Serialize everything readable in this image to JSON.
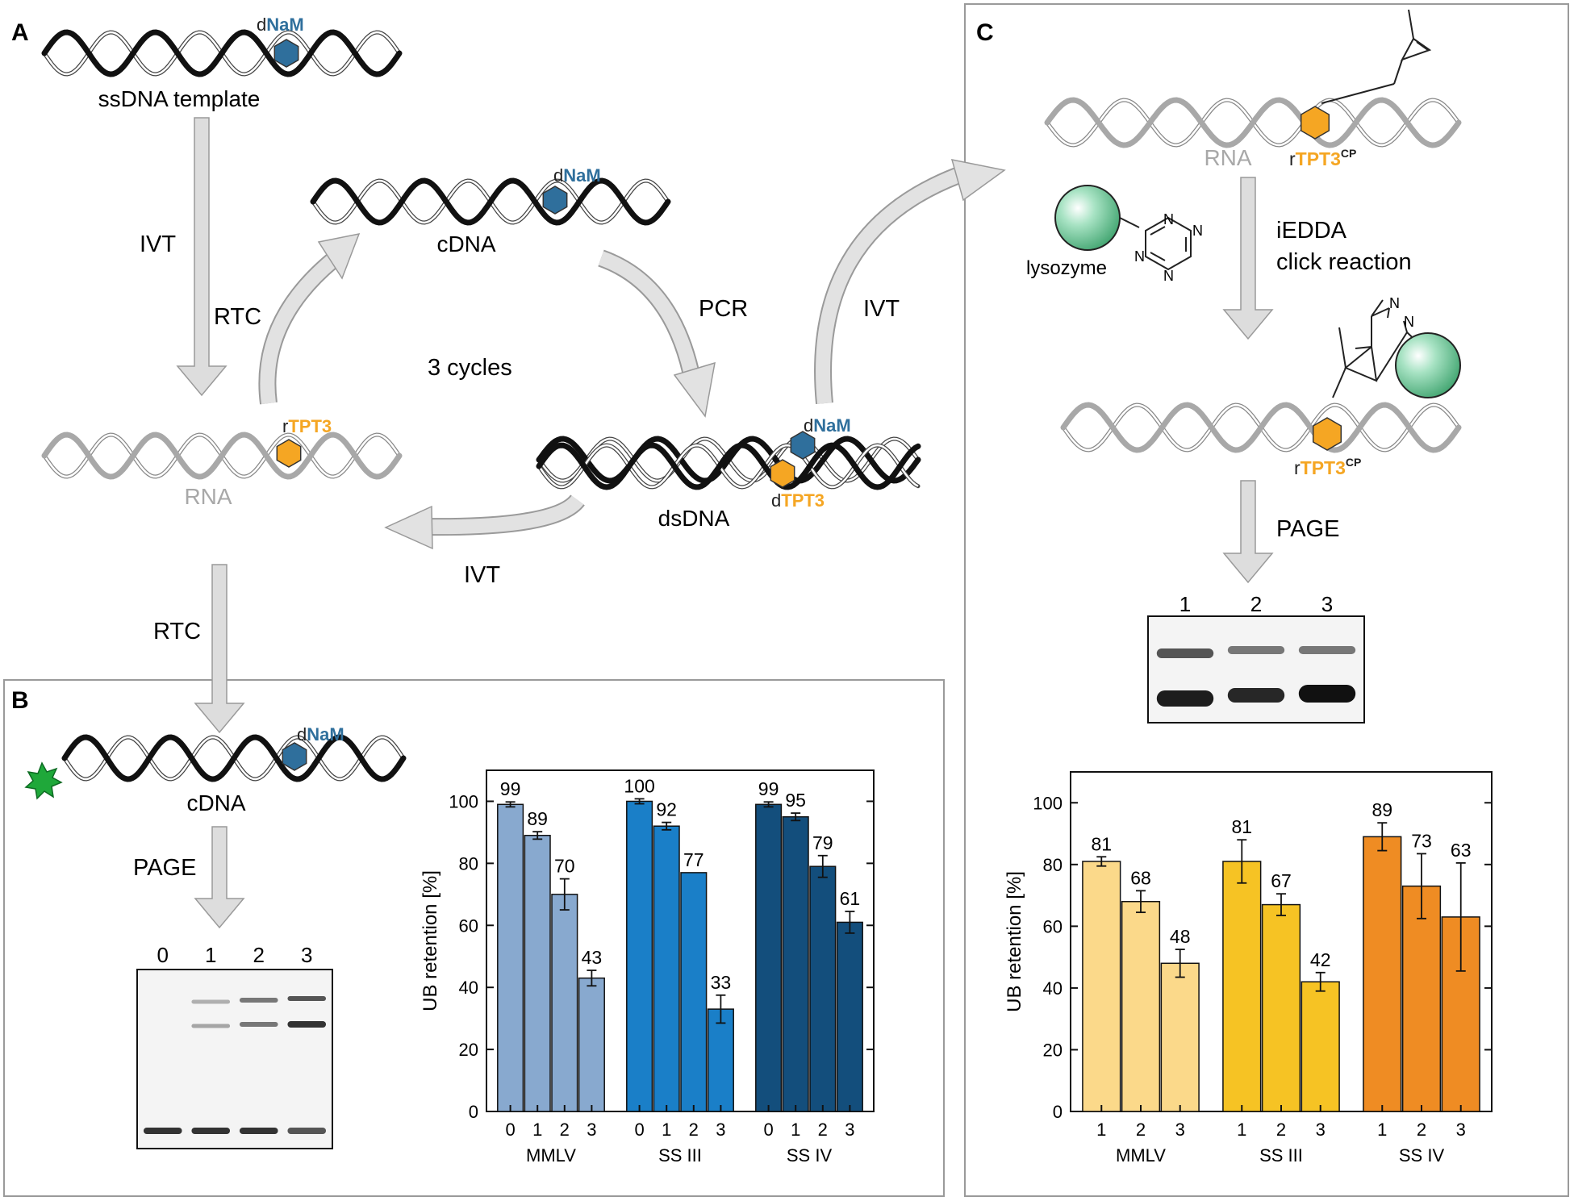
{
  "panels": {
    "a": "A",
    "b": "B",
    "c": "C"
  },
  "panel_a": {
    "template_label": "ssDNA template",
    "dnam_prefix": "d",
    "dnam_suffix": "NaM",
    "rtpt3_prefix": "r",
    "tpt3_suffix": "TPT3",
    "dtpt3_prefix": "d",
    "cdna_label": "cDNA",
    "rna_label": "RNA",
    "dsdna_label": "dsDNA",
    "ivt_label_left": "IVT",
    "rtc_label_cycle": "RTC",
    "pcr_label": "PCR",
    "cycles_label": "3 cycles",
    "ivt_label_bottom": "IVT",
    "ivt_label_to_c": "IVT",
    "rtc_label_down": "RTC"
  },
  "panel_b": {
    "cdna_label": "cDNA",
    "page_label": "PAGE",
    "gel_lanes": [
      "0",
      "1",
      "2",
      "3"
    ]
  },
  "panel_c": {
    "rna_label": "RNA",
    "rtpt3_prefix": "r",
    "tpt3_main": "TPT3",
    "cp_sup": "CP",
    "lysozyme_label": "lysozyme",
    "reaction_line1": "iEDDA",
    "reaction_line2": "click reaction",
    "page_label": "PAGE",
    "gel_lanes": [
      "1",
      "2",
      "3"
    ],
    "tetrazine_atoms": [
      "N",
      "N",
      "N",
      "N"
    ],
    "pyridazine_atoms": [
      "N",
      "N"
    ]
  },
  "colors": {
    "dnam_blue": "#2f6f9c",
    "tpt3_orange": "#f5a623",
    "rna_gray": "#a8a8a8",
    "lysozyme_green": "#5cc38c"
  },
  "chart_data": [
    {
      "type": "bar",
      "ylabel": "UB retention [%]",
      "ylim": [
        0,
        110
      ],
      "yticks": [
        0,
        20,
        40,
        60,
        80,
        100
      ],
      "groups": [
        {
          "name": "MMLV",
          "categories": [
            "0",
            "1",
            "2",
            "3"
          ],
          "values": [
            99,
            89,
            70,
            43
          ],
          "errors": [
            0.8,
            1.2,
            5,
            2.5
          ],
          "color": "#88a9cf"
        },
        {
          "name": "SS III",
          "categories": [
            "0",
            "1",
            "2",
            "3"
          ],
          "values": [
            100,
            92,
            77,
            33
          ],
          "errors": [
            0.8,
            1.2,
            0,
            4.5
          ],
          "color": "#1a7fc8"
        },
        {
          "name": "SS IV",
          "categories": [
            "0",
            "1",
            "2",
            "3"
          ],
          "values": [
            99,
            95,
            79,
            61
          ],
          "errors": [
            0.8,
            1.2,
            3.5,
            3.5
          ],
          "color": "#134e7c"
        }
      ]
    },
    {
      "type": "bar",
      "ylabel": "UB retention [%]",
      "ylim": [
        0,
        110
      ],
      "yticks": [
        0,
        20,
        40,
        60,
        80,
        100
      ],
      "groups": [
        {
          "name": "MMLV",
          "categories": [
            "1",
            "2",
            "3"
          ],
          "values": [
            81,
            68,
            48
          ],
          "errors": [
            1.5,
            3.5,
            4.5
          ],
          "color": "#fbd98a"
        },
        {
          "name": "SS III",
          "categories": [
            "1",
            "2",
            "3"
          ],
          "values": [
            81,
            67,
            42
          ],
          "errors": [
            7,
            3.5,
            3
          ],
          "color": "#f6c324"
        },
        {
          "name": "SS IV",
          "categories": [
            "1",
            "2",
            "3"
          ],
          "values": [
            89,
            73,
            63
          ],
          "errors": [
            4.5,
            10.5,
            17.5
          ],
          "color": "#ef8c23"
        }
      ]
    }
  ]
}
